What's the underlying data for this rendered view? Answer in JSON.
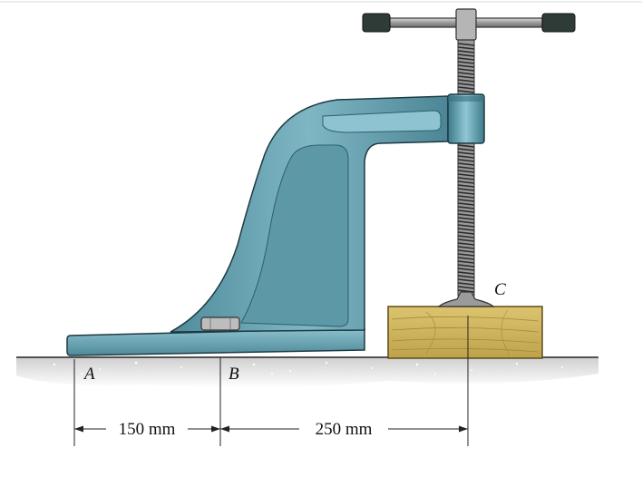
{
  "points": {
    "a": "A",
    "b": "B",
    "c": "C"
  },
  "dimensions": {
    "ab": "150 mm",
    "bc": "250 mm"
  },
  "colors": {
    "clamp_body": "#6fa7b6",
    "clamp_dark": "#3f7483",
    "clamp_light": "#a9d3de",
    "block_wood": "#cdb35a",
    "block_wood_dark": "#9c8339",
    "ground": "#c9c9c9",
    "screw": "#8c8c8c",
    "handle_grip": "#2f3b36"
  }
}
